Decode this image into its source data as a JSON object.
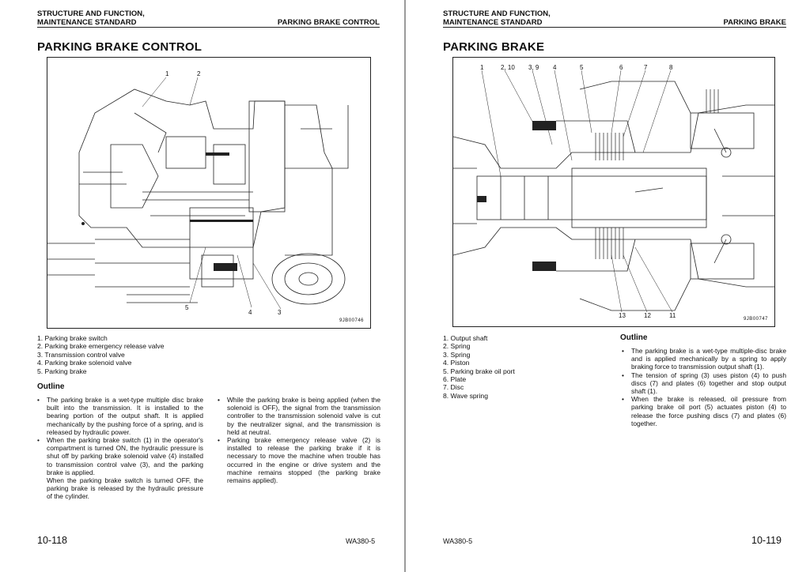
{
  "left": {
    "header_line1": "STRUCTURE AND FUNCTION,",
    "header_line2": "MAINTENANCE STANDARD",
    "header_right": "PARKING BRAKE CONTROL",
    "title": "PARKING BRAKE CONTROL",
    "figure_id": "9JB00746",
    "figure_labels": [
      "1",
      "2",
      "5",
      "4",
      "3"
    ],
    "parts": [
      "1.  Parking brake switch",
      "2.  Parking brake emergency release valve",
      "3.  Transmission control valve",
      "4.  Parking brake solenoid valve",
      "5.  Parking brake"
    ],
    "outline_heading": "Outline",
    "col1": [
      "The parking brake is a wet-type multiple disc brake built into the transmission.  It is installed to the bearing portion of the output shaft.  It is applied mechanically by the pushing force of a spring, and is  released by hydraulic power.",
      "When the parking brake switch (1) in the operator's compartment is turned ON, the hydraulic pressure is shut off by parking brake solenoid valve (4) installed to transmission control valve (3), and the parking brake is applied.",
      "When the parking brake switch is turned OFF, the parking brake is released by the hydraulic pressure of the cylinder."
    ],
    "col2": [
      "While the parking brake is being applied (when the solenoid is OFF),  the signal from the transmission controller to the transmission solenoid valve is cut by the neutralizer signal, and the transmission is held at neutral.",
      "Parking  brake emergency release valve (2) is installed to release the parking brake if it is necessary to move the machine when trouble has occurred  in  the engine or drive system and the machine remains  stopped (the parking brake remains applied)."
    ],
    "page_number": "10-118",
    "model": "WA380-5"
  },
  "right": {
    "header_line1": "STRUCTURE AND FUNCTION,",
    "header_line2": "MAINTENANCE STANDARD",
    "header_right": "PARKING BRAKE",
    "title": "PARKING BRAKE",
    "figure_id": "9JB00747",
    "figure_labels_top": [
      "1",
      "2, 10",
      "3, 9",
      "4",
      "5",
      "6",
      "7",
      "8"
    ],
    "figure_labels_bottom": [
      "13",
      "12",
      "11"
    ],
    "parts": [
      "1.  Output shaft",
      "2.  Spring",
      "3.  Spring",
      "4.  Piston",
      "5.  Parking brake oil port",
      "6.  Plate",
      "7.  Disc",
      "8.  Wave spring"
    ],
    "outline_heading": "Outline",
    "bullets": [
      "The parking brake is a wet-type multiple-disc brake and is applied mechanically by a spring to apply braking force to transmission output shaft (1).",
      "The tension of spring (3) uses piston (4) to push discs (7) and plates (6) together and stop output shaft (1).",
      "When the brake is released, oil pressure from parking brake oil port (5) actuates piston (4) to release the force pushing discs (7) and  plates (6) together."
    ],
    "model": "WA380-5",
    "page_number": "10-119"
  }
}
